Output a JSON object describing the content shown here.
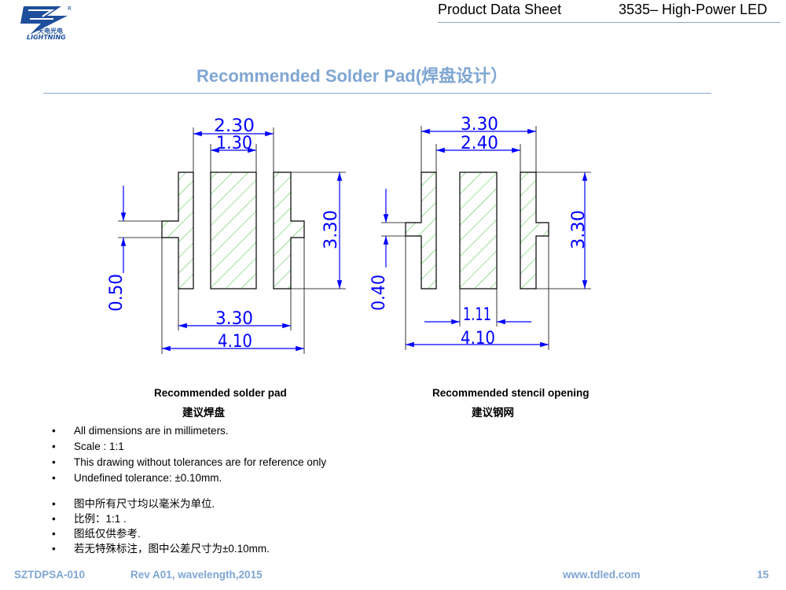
{
  "header": {
    "logo_text": "LIGHTNING",
    "logo_cn": "天电光电",
    "logo_mark": "R",
    "title": "Product Data Sheet",
    "product": "3535– High-Power LED"
  },
  "page_title": "Recommended Solder Pad(焊盘设计）",
  "drawings": {
    "solder_pad": {
      "dims": [
        "2.30",
        "1.30",
        "3.30",
        "0.50",
        "3.30",
        "4.10"
      ]
    },
    "stencil": {
      "dims": [
        "3.30",
        "2.40",
        "3.30",
        "0.40",
        "1.11",
        "4.10"
      ]
    }
  },
  "captions": {
    "solder_pad_en": "Recommended solder pad",
    "solder_pad_cn": "建议焊盘",
    "stencil_en": "Recommended stencil opening",
    "stencil_cn": "建议钢网"
  },
  "notes_en": [
    "All dimensions are in millimeters.",
    "Scale : 1:1",
    "This drawing without tolerances are for reference only",
    "Undefined tolerance: ±0.10mm."
  ],
  "notes_cn": [
    "图中所有尺寸均以毫米为单位.",
    "比例：1:1 .",
    "图纸仅供参考.",
    "若无特殊标注，图中公差尺寸为±0.10mm."
  ],
  "bullet": "•",
  "footer": {
    "doc_id": "SZTDPSA-010",
    "revision": "Rev A01, wavelength,2015",
    "website": "www.tdled.com",
    "page": "15"
  },
  "colors": {
    "accent": "#7fa6d3",
    "outline": "#000000",
    "dimension": "#0000ff",
    "hatch": "#3fbf3f"
  }
}
